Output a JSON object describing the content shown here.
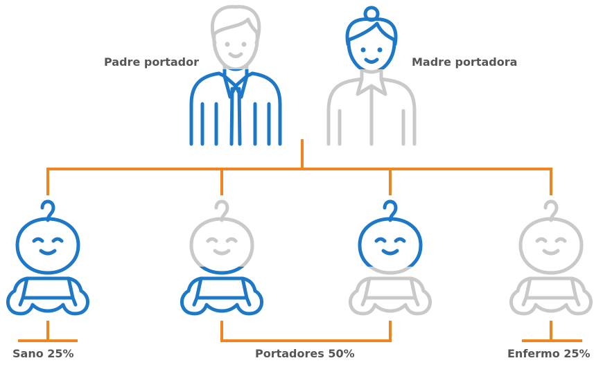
{
  "colors": {
    "affected": "#1e78c8",
    "unaffected": "#c9c9c9",
    "connector": "#f2841e",
    "label": "#555555"
  },
  "parents": [
    {
      "label": "Padre portador",
      "icon": "father-icon",
      "affected_part": "lower"
    },
    {
      "label": "Madre portadora",
      "icon": "mother-icon",
      "affected_part": "upper"
    }
  ],
  "children": [
    {
      "icon": "baby-icon",
      "state": "healthy",
      "affected_part": "all"
    },
    {
      "icon": "baby-icon",
      "state": "carrier",
      "affected_part": "lower"
    },
    {
      "icon": "baby-icon",
      "state": "carrier",
      "affected_part": "upper"
    },
    {
      "icon": "baby-icon",
      "state": "affected",
      "affected_part": "none"
    }
  ],
  "outcomes": {
    "healthy": "Sano 25%",
    "carriers": "Portadores 50%",
    "affected": "Enfermo 25%"
  }
}
